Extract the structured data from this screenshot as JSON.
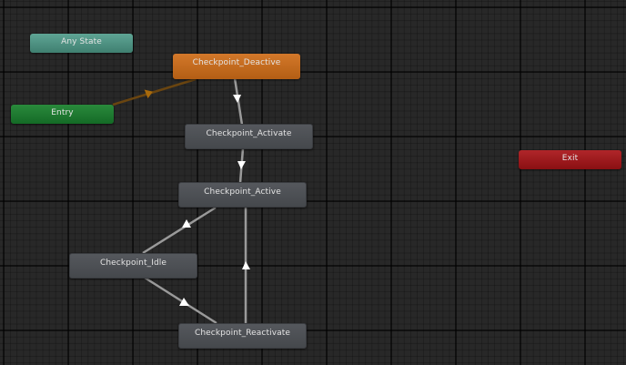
{
  "canvas": {
    "title": "Animator state machine graph"
  },
  "nodes": {
    "any_state": {
      "label": "Any State",
      "type": "any-state",
      "color": "#4f9484"
    },
    "entry": {
      "label": "Entry",
      "type": "entry",
      "color": "#1f7a31"
    },
    "exit": {
      "label": "Exit",
      "type": "exit",
      "color": "#9d1a1d"
    },
    "deactive": {
      "label": "Checkpoint_Deactive",
      "type": "default-state",
      "color": "#c56b1f"
    },
    "activate": {
      "label": "Checkpoint_Activate",
      "type": "state",
      "color": "#4e5155"
    },
    "active": {
      "label": "Checkpoint_Active",
      "type": "state",
      "color": "#4e5155"
    },
    "idle": {
      "label": "Checkpoint_Idle",
      "type": "state",
      "color": "#4e5155"
    },
    "reactivate": {
      "label": "Checkpoint_Reactivate",
      "type": "state",
      "color": "#4e5155"
    }
  },
  "transitions": [
    {
      "from": "Entry",
      "to": "Checkpoint_Deactive",
      "kind": "default",
      "color": "#7a5010"
    },
    {
      "from": "Checkpoint_Deactive",
      "to": "Checkpoint_Activate",
      "kind": "normal",
      "color": "#9a9a9a"
    },
    {
      "from": "Checkpoint_Activate",
      "to": "Checkpoint_Active",
      "kind": "normal",
      "color": "#9a9a9a"
    },
    {
      "from": "Checkpoint_Idle",
      "to": "Checkpoint_Active",
      "kind": "normal",
      "color": "#9a9a9a"
    },
    {
      "from": "Checkpoint_Idle",
      "to": "Checkpoint_Reactivate",
      "kind": "normal",
      "color": "#9a9a9a"
    },
    {
      "from": "Checkpoint_Reactivate",
      "to": "Checkpoint_Active",
      "kind": "normal",
      "color": "#9a9a9a"
    }
  ]
}
